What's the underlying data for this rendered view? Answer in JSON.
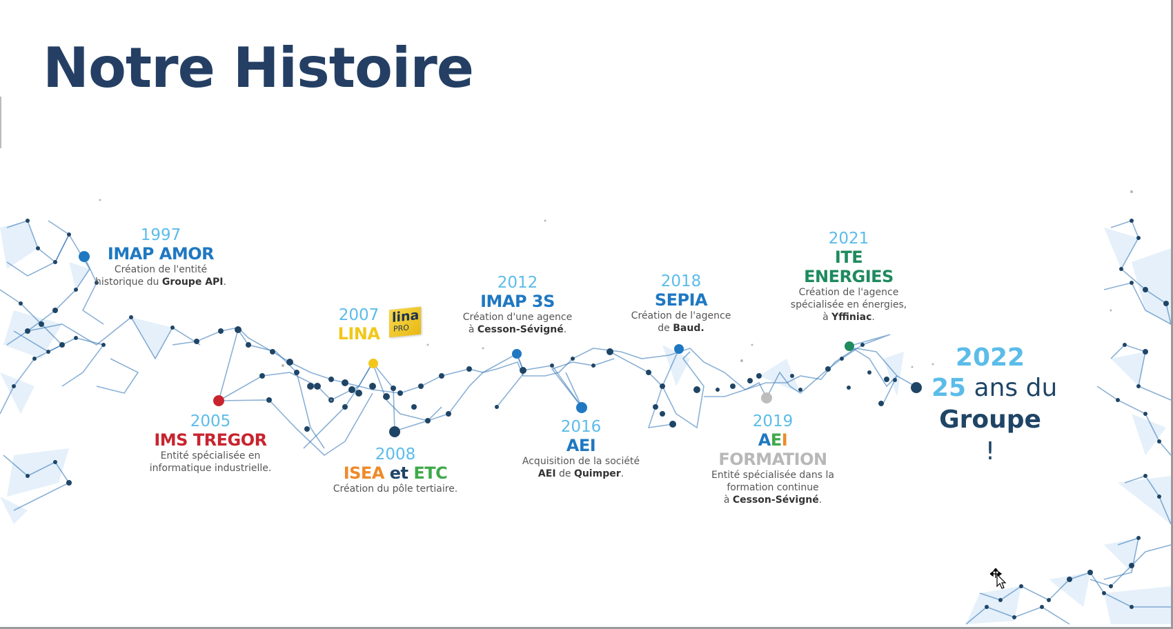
{
  "slide": {
    "title": "Notre Histoire"
  },
  "events": [
    {
      "year": "1997",
      "name": "IMAP AMOR",
      "desc1": "Création de l'entité",
      "desc2_pre": "historique du ",
      "desc2_bold": "Groupe API",
      "desc2_post": ".",
      "color": "#1f78c1",
      "dot_color": "#1f78c1"
    },
    {
      "year": "2005",
      "name": "IMS TREGOR",
      "desc1": "Entité spécialisée en",
      "desc2": "informatique industrielle.",
      "color": "#c8242f",
      "dot_color": "#c8242f"
    },
    {
      "year": "2007",
      "name": "LINA",
      "logo_line1": "lina",
      "logo_line2": "PRO",
      "color": "#f2c71a",
      "dot_color": "#f2c71a"
    },
    {
      "year": "2008",
      "name_part1": "ISEA",
      "name_part2": "et",
      "name_part3": "ETC",
      "desc1": "Création du pôle tertiaire.",
      "dot_color": "#1f4566"
    },
    {
      "year": "2012",
      "name": "IMAP 3S",
      "desc1": "Création d'une agence",
      "desc2_pre": "à ",
      "desc2_bold": "Cesson-Sévigné",
      "desc2_post": ".",
      "color": "#1f78c1",
      "dot_color": "#1f78c1"
    },
    {
      "year": "2016",
      "name": "AEI",
      "desc1": "Acquisition de la société",
      "desc2_bold1": "AEI",
      "desc2_mid": " de ",
      "desc2_bold2": "Quimper",
      "desc2_post": ".",
      "color": "#1f78c1",
      "dot_color": "#1f78c1"
    },
    {
      "year": "2018",
      "name": "SEPIA",
      "desc1": "Création de l'agence",
      "desc2_pre": "de ",
      "desc2_bold": "Baud.",
      "color": "#1f78c1",
      "dot_color": "#1f78c1"
    },
    {
      "year": "2019",
      "name_a": "A",
      "name_e": "E",
      "name_i": "I",
      "name2": "FORMATION",
      "desc1": "Entité spécialisée dans la",
      "desc2": "formation continue",
      "desc3_pre": "à ",
      "desc3_bold": "Cesson-Sévigné",
      "desc3_post": ".",
      "dot_color": "#bdbdbd"
    },
    {
      "year": "2021",
      "name1": "ITE",
      "name2": "ENERGIES",
      "desc1": "Création de l'agence",
      "desc2": "spécialisée en énergies,",
      "desc3_pre": "à ",
      "desc3_bold": "Yffiniac",
      "desc3_post": ".",
      "color": "#1e8a5e",
      "dot_color": "#1e8a5e"
    }
  ],
  "final": {
    "year": "2022",
    "number": "25",
    "line2_rest": " ans du",
    "line3_bold": "Groupe",
    "line3_rest": " !"
  },
  "colors": {
    "title": "#243f63",
    "year": "#5bbce9",
    "network": "#2a6fb3",
    "node": "#1f4566"
  }
}
